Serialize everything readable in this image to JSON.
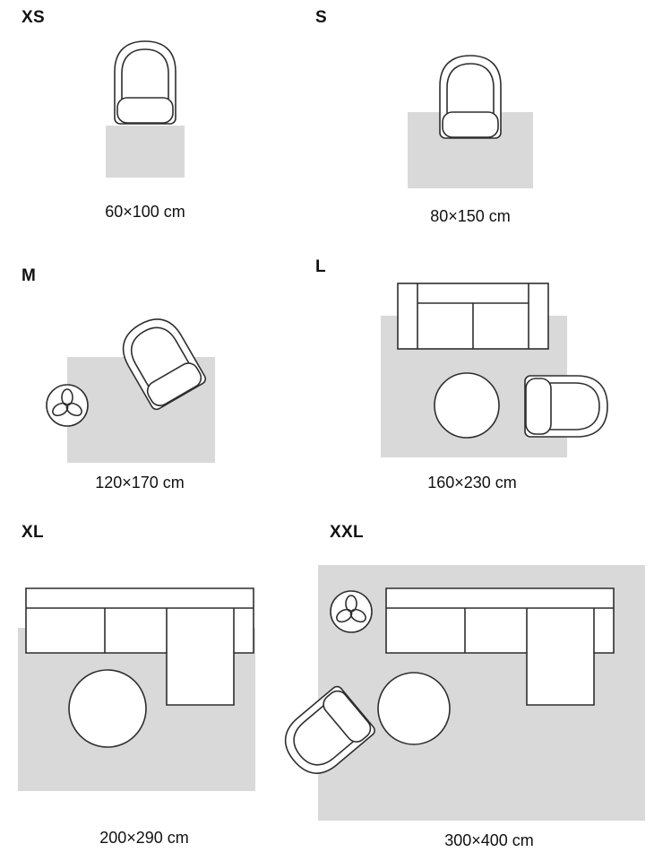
{
  "colors": {
    "background": "#ffffff",
    "rug": "#d9d9d9",
    "outline": "#2e2e2e",
    "text": "#111111"
  },
  "sizes": [
    {
      "code": "XS",
      "dimension": "60×100 cm"
    },
    {
      "code": "S",
      "dimension": "80×150 cm"
    },
    {
      "code": "M",
      "dimension": "120×170 cm"
    },
    {
      "code": "L",
      "dimension": "160×230 cm"
    },
    {
      "code": "XL",
      "dimension": "200×290 cm"
    },
    {
      "code": "XXL",
      "dimension": "300×400 cm"
    }
  ],
  "icons": {
    "armchair": "armchair-icon",
    "sofa": "sofa-icon",
    "sectional_sofa": "sectional-sofa-icon",
    "coffee_table": "coffee-table-icon",
    "plant": "plant-icon"
  }
}
